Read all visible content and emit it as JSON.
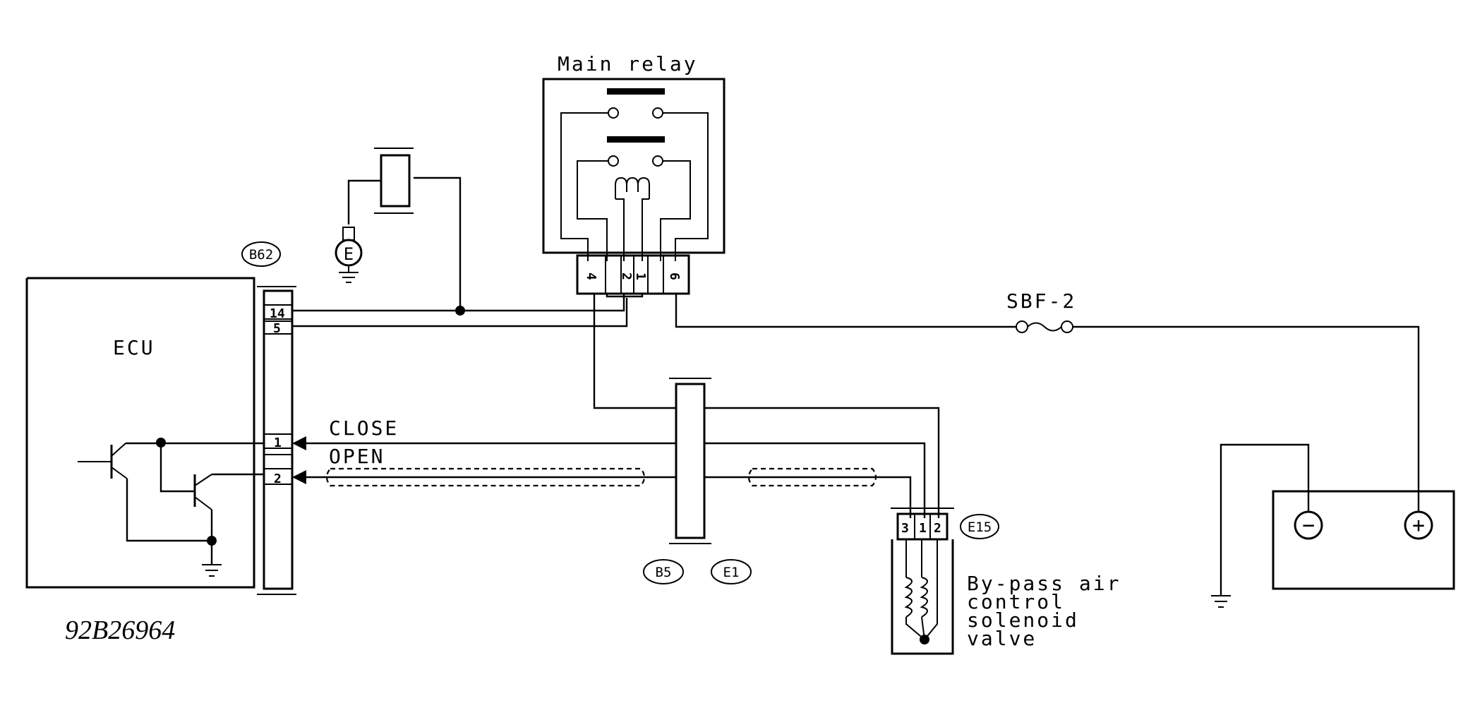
{
  "labels": {
    "main_relay": "Main relay",
    "ecu": "ECU",
    "fuse": "SBF-2",
    "close": "CLOSE",
    "open": "OPEN",
    "valve_line1": "By-pass air",
    "valve_line2": "control",
    "valve_line3": "solenoid",
    "valve_line4": "valve",
    "ground_e": "E",
    "battery_neg": "−",
    "battery_pos": "+",
    "figure_id": "92B26964"
  },
  "connectors": {
    "b62": "B62",
    "b5": "B5",
    "e1": "E1",
    "e15": "E15"
  },
  "pins": {
    "ecu_14": "14",
    "ecu_5": "5",
    "ecu_1": "1",
    "ecu_2": "2",
    "relay_4": "4",
    "relay_2": "2",
    "relay_1": "1",
    "relay_6": "6",
    "valve_3": "3",
    "valve_1": "1",
    "valve_2": "2"
  }
}
